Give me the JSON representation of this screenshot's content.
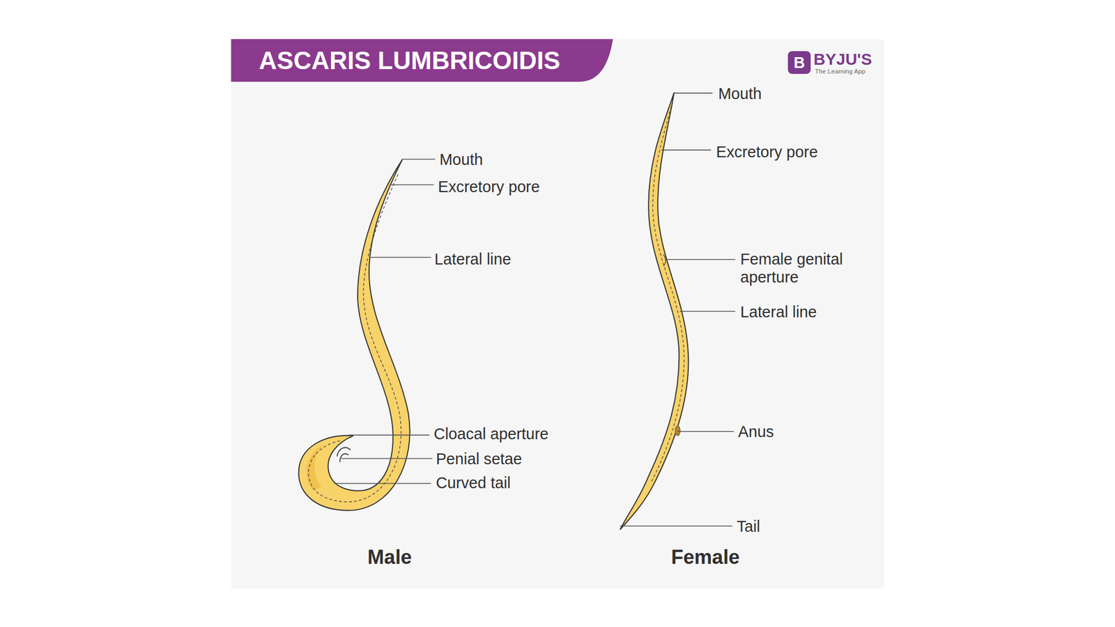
{
  "diagram": {
    "title": "ASCARIS LUMBRICOIDIS",
    "labels": [
      "B",
      "BYJU'S",
      "The Learning App",
      "Mouth",
      "Excretory pore",
      "Lateral line",
      "Cloacal aperture",
      "Penial setae",
      "Curved tail",
      "Mouth",
      "Excretory pore",
      "Female genital aperture",
      "Lateral line",
      "Anus",
      "Tail",
      "Male",
      "Female"
    ]
  }
}
